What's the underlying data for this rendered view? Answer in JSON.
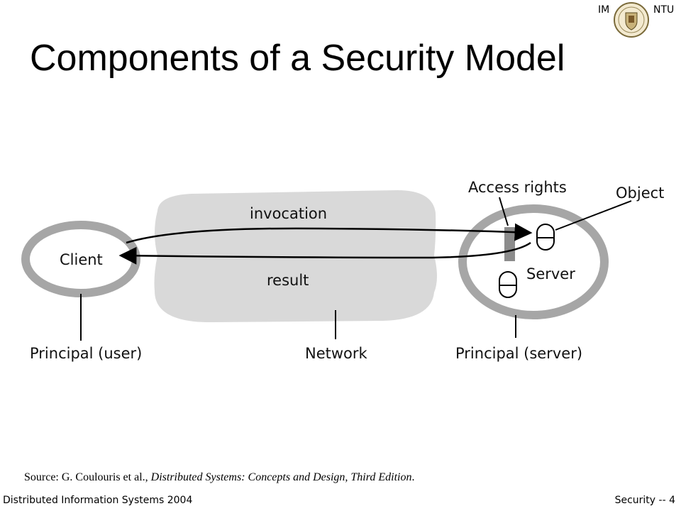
{
  "header": {
    "left_tag": "IM",
    "right_tag": "NTU",
    "logo_icon": "university-seal-icon"
  },
  "title": "Components of a Security Model",
  "diagram": {
    "labels": {
      "invocation": "invocation",
      "result": "result",
      "client": "Client",
      "server": "Server",
      "access_rights": "Access rights",
      "object": "Object",
      "principal_user": "Principal (user)",
      "network": "Network",
      "principal_server": "Principal (server)"
    },
    "colors": {
      "network_cloud": "#d9d9d9",
      "ellipse_ring": "#a6a6a6",
      "access_bar": "#8c8c8c",
      "lines": "#000000"
    }
  },
  "source": {
    "prefix": "Source: G. Coulouris et al., ",
    "book": "Distributed Systems: Concepts and Design, Third Edition",
    "suffix": "."
  },
  "footer": {
    "left": "Distributed Information Systems 2004",
    "right": "Security -- 4"
  }
}
